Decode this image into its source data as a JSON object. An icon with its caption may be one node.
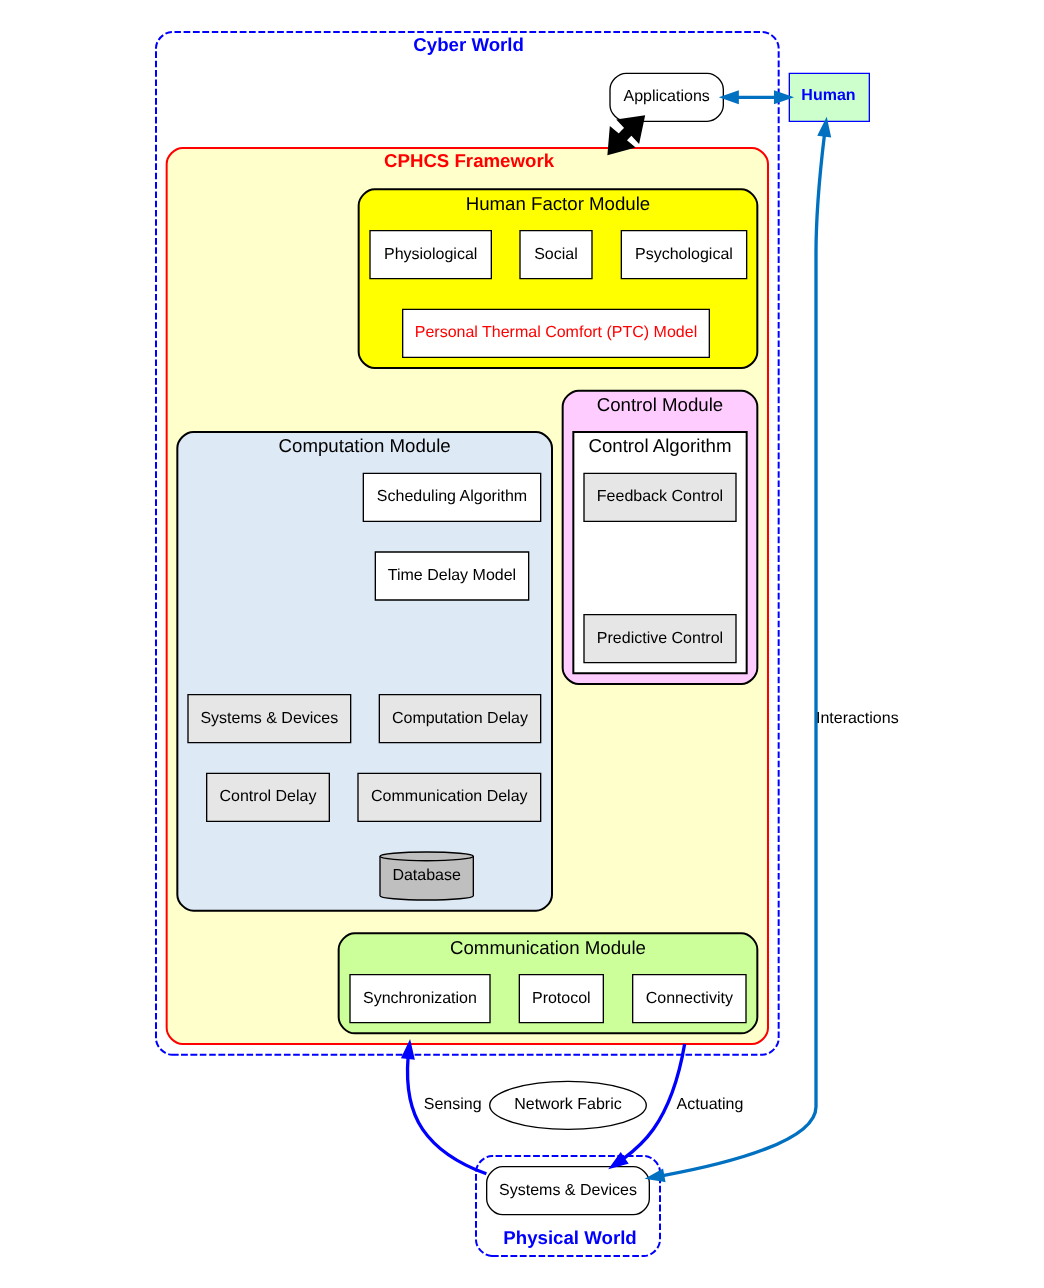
{
  "diagram": {
    "nodes": [
      {
        "text": [
          "Cyber World"
        ]
      },
      {
        "text": [
          "Applications"
        ],
        "in": 0
      },
      {
        "text": [
          "CPHCS Framework"
        ],
        "in": 0
      },
      {
        "text": [
          "Human Factor Module"
        ],
        "in": 2
      },
      {
        "text": [
          "Physiological"
        ],
        "in": 3
      },
      {
        "text": [
          "Social"
        ],
        "in": 3
      },
      {
        "text": [
          "Psychological"
        ],
        "in": 3
      },
      {
        "text": [
          "Personal Thermal Comfort (PTC) Model"
        ],
        "in": 3
      },
      {
        "text": [
          "Computation Module"
        ],
        "in": 2
      },
      {
        "text": [
          "Scheduling Algorithm"
        ],
        "in": 8
      },
      {
        "text": [
          "Time Delay Model"
        ],
        "in": 8
      },
      {
        "text": [
          "Systems & Devices"
        ],
        "in": 8
      },
      {
        "text": [
          "Computation Delay"
        ],
        "in": 8
      },
      {
        "text": [
          "Control Delay"
        ],
        "in": 8
      },
      {
        "text": [
          "Communication Delay"
        ],
        "in": 8
      },
      {
        "text": [
          "Database"
        ],
        "in": 8
      },
      {
        "text": [
          "Control Module"
        ],
        "in": 2
      },
      {
        "text": [
          "Control Algorithm"
        ],
        "in": 16
      },
      {
        "text": [
          "Feedback Control"
        ],
        "in": 17
      },
      {
        "text": [
          "Predictive Control"
        ],
        "in": 17
      },
      {
        "text": [
          "Communication Module"
        ],
        "in": 2
      },
      {
        "text": [
          "Synchronization"
        ],
        "in": 20
      },
      {
        "text": [
          "Protocol"
        ],
        "in": 20
      },
      {
        "text": [
          "Connectivity"
        ],
        "in": 20
      },
      {
        "text": [
          "Network Fabric"
        ]
      },
      {
        "text": [
          "Physical World"
        ]
      },
      {
        "text": [
          "Systems & Devices"
        ],
        "in": 25
      },
      {
        "text": [
          "Human"
        ]
      }
    ],
    "edges": [
      {
        "from": 1,
        "to": 2,
        "arrow": "both",
        "style": "thick",
        "color": "#000000"
      },
      {
        "from": 1,
        "to": 27,
        "arrow": "both",
        "color": "#0070c0"
      },
      {
        "from": 2,
        "to": 26,
        "arrow": "to",
        "label": "Actuating",
        "color": "#0000ff"
      },
      {
        "from": 26,
        "to": 2,
        "arrow": "to",
        "label": "Sensing",
        "color": "#0000ff"
      },
      {
        "from": 27,
        "to": 26,
        "arrow": "both",
        "label": "Interactions",
        "color": "#0070c0"
      }
    ]
  }
}
